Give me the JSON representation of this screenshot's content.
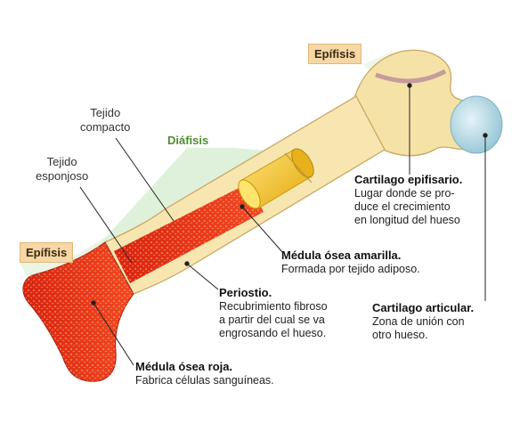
{
  "tags": {
    "epifisis_top": "Epífisis",
    "epifisis_left": "Epífisis",
    "diafisis": "Diáfisis"
  },
  "labels": {
    "tejido_compacto": [
      "Tejido",
      "compacto"
    ],
    "tejido_esponjoso": [
      "Tejido",
      "esponjoso"
    ]
  },
  "annotations": {
    "cartilago_epifisario": {
      "title": "Cartilago epifisario.",
      "desc": [
        "Lugar donde se pro-",
        "duce el crecimiento",
        "en longitud del hueso"
      ]
    },
    "medula_amarilla": {
      "title": "Médula ósea amarilla.",
      "desc": [
        "Formada por tejido adiposo."
      ]
    },
    "periostio": {
      "title": "Periostio.",
      "desc": [
        "Recubrimiento fibroso",
        "a partir del cual se va",
        "engrosando el hueso."
      ]
    },
    "cartilago_articular": {
      "title": "Cartilago articular.",
      "desc": [
        "Zona de unión con",
        "otro hueso."
      ]
    },
    "medula_roja": {
      "title": "Médula ósea roja.",
      "desc": [
        "Fabrica células sanguíneas."
      ]
    }
  },
  "colors": {
    "bone": "#f7e6b0",
    "marrow_red": "#e8391c",
    "marrow_yellow": "#f2c21a",
    "cartilage": "#b9dbe6",
    "highlight_green": "#cfe9c8"
  }
}
